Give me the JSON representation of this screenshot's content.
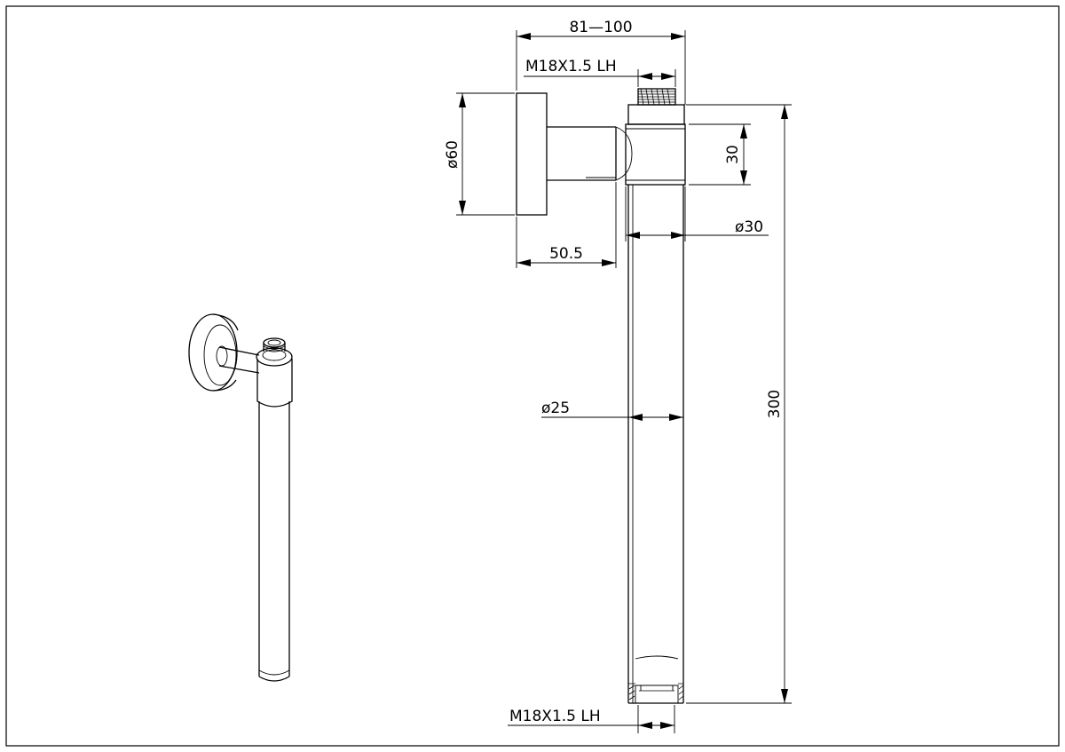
{
  "drawing": {
    "dimensions": {
      "width_range": "81—100",
      "top_thread": "M18X1.5  LH",
      "flange_diameter": "ø60",
      "collar_height": "30",
      "collar_diameter": "ø30",
      "flange_offset": "50.5",
      "pipe_diameter": "ø25",
      "overall_length": "300",
      "bottom_thread": "M18X1.5  LH"
    }
  }
}
